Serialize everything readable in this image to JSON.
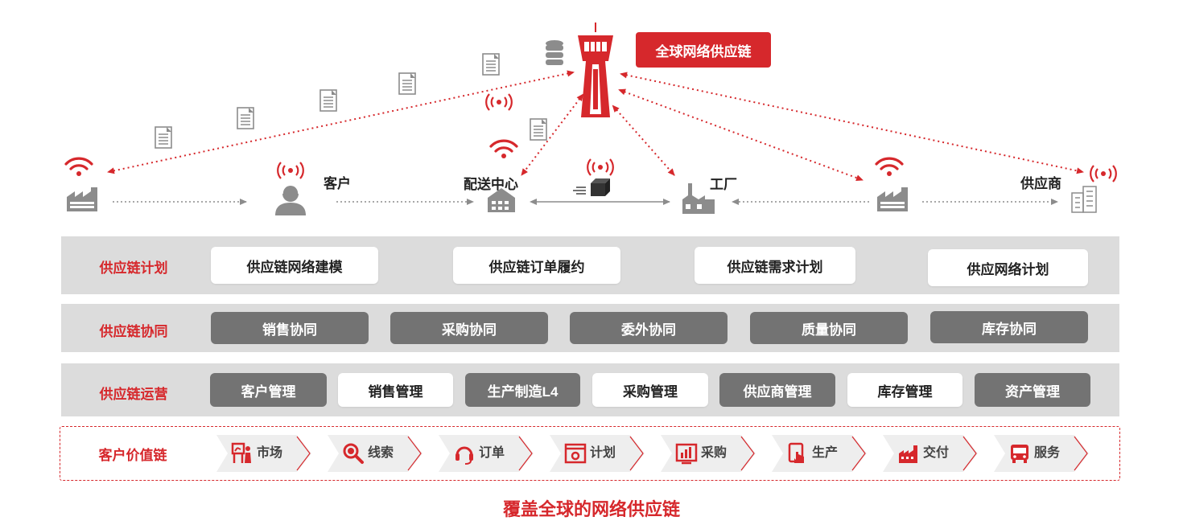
{
  "header": {
    "tag_label": "全球网络供应链",
    "nodes": {
      "customer": "客户",
      "distribution": "配送中心",
      "factory": "工厂",
      "supplier": "供应商"
    }
  },
  "bands": [
    {
      "label": "供应链计划",
      "items": [
        "供应链网络建模",
        "供应链订单履约",
        "供应链需求计划",
        "供应网络计划"
      ]
    },
    {
      "label": "供应链协同",
      "items": [
        "销售协同",
        "采购协同",
        "委外协同",
        "质量协同",
        "库存协同"
      ]
    },
    {
      "label": "供应链运营",
      "items": [
        "客户管理",
        "销售管理",
        "生产制造L4",
        "采购管理",
        "供应商管理",
        "库存管理",
        "资产管理"
      ]
    }
  ],
  "value_chain": {
    "label": "客户价值链",
    "steps": [
      {
        "label": "市场",
        "icon": "presentation-icon"
      },
      {
        "label": "线索",
        "icon": "magnifier-icon"
      },
      {
        "label": "订单",
        "icon": "headset-icon"
      },
      {
        "label": "计划",
        "icon": "browser-gear-icon"
      },
      {
        "label": "采购",
        "icon": "bar-chart-icon"
      },
      {
        "label": "生产",
        "icon": "touch-device-icon"
      },
      {
        "label": "交付",
        "icon": "factory-icon"
      },
      {
        "label": "服务",
        "icon": "bus-icon"
      }
    ]
  },
  "caption": "覆盖全球的网络供应链",
  "colors": {
    "accent": "#d6282c",
    "band_bg": "#dcdcdc",
    "pill_dark": "#737373",
    "icon_gray": "#8c8c8c"
  }
}
